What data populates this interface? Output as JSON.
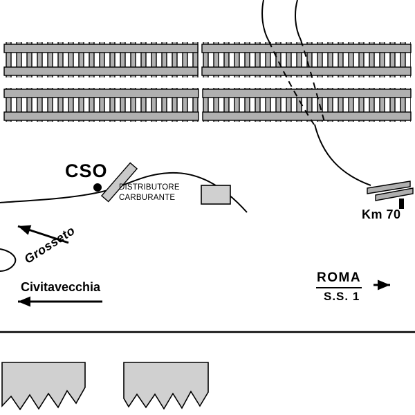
{
  "map": {
    "station": {
      "label": "CSO"
    },
    "fuel_station": {
      "line1": "DISTRIBUTORE",
      "line2": "CARBURANTE"
    },
    "directions": {
      "grosseto": "Grosseto",
      "civitavecchia": "Civitavecchia",
      "roma": "ROMA",
      "roma_road": "S.S. 1"
    },
    "milestone": {
      "label": "Km 70"
    },
    "colors": {
      "track_gray": "#b0b0b0",
      "platform_gray": "#c9c9c9",
      "building_gray": "#d0d0d0",
      "ink": "#000000"
    }
  }
}
